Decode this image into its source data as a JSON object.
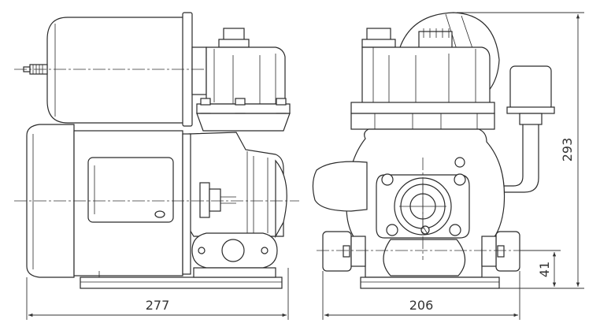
{
  "dimensions": {
    "side_width": "277",
    "front_width": "206",
    "overall_height": "293",
    "outlet_height": "41"
  }
}
